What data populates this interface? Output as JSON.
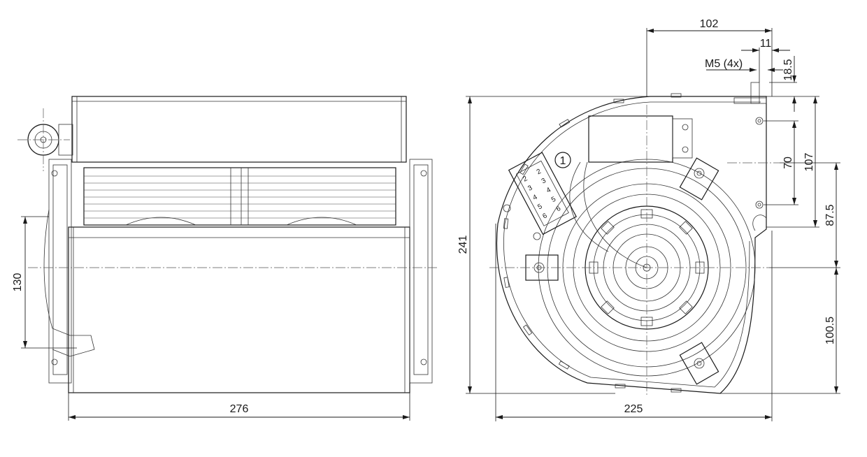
{
  "dimensions": {
    "side_width": "276",
    "side_inlet_height": "130",
    "front_outlet_width": "102",
    "front_slot_offset": "11",
    "front_thread": "M5 (4x)",
    "front_top_offset": "18.5",
    "front_hole_spacing": "70",
    "front_outlet_height": "107",
    "front_upper_offset": "87.5",
    "front_height": "241",
    "front_lower_offset": "100.5",
    "front_width": "225"
  },
  "callout": {
    "number": "1",
    "terminal_numbers": [
      "2",
      "3",
      "4",
      "5",
      "6"
    ]
  }
}
